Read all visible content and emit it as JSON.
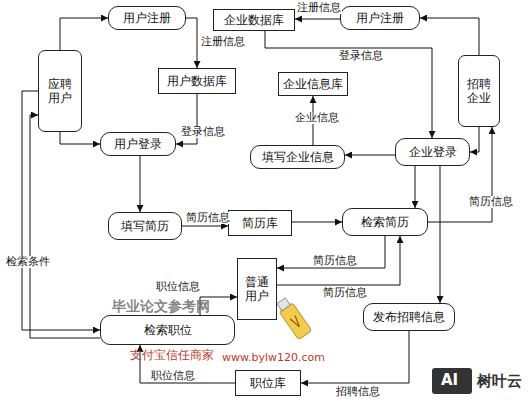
{
  "diagram": {
    "nodes": [
      {
        "text": [
          "用户注册"
        ]
      },
      {
        "text": [
          "企业数据库"
        ]
      },
      {
        "text": [
          "用户注册"
        ]
      },
      {
        "text": [
          "应聘用户"
        ]
      },
      {
        "text": [
          "招聘企业"
        ]
      },
      {
        "text": [
          "用户数据库"
        ]
      },
      {
        "text": [
          "企业信息库"
        ]
      },
      {
        "text": [
          "用户登录"
        ]
      },
      {
        "text": [
          "填写企业信息"
        ]
      },
      {
        "text": [
          "企业登录"
        ]
      },
      {
        "text": [
          "填写简历"
        ]
      },
      {
        "text": [
          "简历库"
        ]
      },
      {
        "text": [
          "检索简历"
        ]
      },
      {
        "text": [
          "普通用户"
        ]
      },
      {
        "text": [
          "检索职位"
        ]
      },
      {
        "text": [
          "发布招聘信息"
        ]
      },
      {
        "text": [
          "职位库"
        ]
      }
    ],
    "edges": [
      {
        "from": 3,
        "to": 0,
        "arrow": "to"
      },
      {
        "from": 0,
        "to": 5,
        "label": "注册信息",
        "arrow": "to"
      },
      {
        "from": 2,
        "to": 1,
        "label": "注册信息",
        "arrow": "to"
      },
      {
        "from": 4,
        "to": 2,
        "arrow": "to"
      },
      {
        "from": 1,
        "to": 9,
        "label": "登录信息",
        "arrow": "to"
      },
      {
        "from": 3,
        "to": 7,
        "arrow": "to"
      },
      {
        "from": 5,
        "to": 7,
        "label": "登录信息",
        "arrow": "to"
      },
      {
        "from": 4,
        "to": 9,
        "arrow": "to"
      },
      {
        "from": 9,
        "to": 8,
        "arrow": "to"
      },
      {
        "from": 8,
        "to": 6,
        "label": "企业信息",
        "arrow": "to"
      },
      {
        "from": 7,
        "to": 10,
        "arrow": "to"
      },
      {
        "from": 10,
        "to": 11,
        "label": "简历信息",
        "arrow": "to"
      },
      {
        "from": 11,
        "to": 12,
        "arrow": "to"
      },
      {
        "from": 9,
        "to": 12,
        "arrow": "to"
      },
      {
        "from": 12,
        "to": 4,
        "label": "简历信息",
        "arrow": "to"
      },
      {
        "from": 12,
        "to": 13,
        "label": "简历信息",
        "arrow": "to"
      },
      {
        "from": 13,
        "to": 12,
        "label": "简历信息",
        "arrow": "to"
      },
      {
        "from": 9,
        "to": 15,
        "arrow": "to"
      },
      {
        "from": 15,
        "to": 16,
        "label": "招聘信息",
        "arrow": "to"
      },
      {
        "from": 16,
        "to": 14,
        "label": "职位信息",
        "arrow": "to"
      },
      {
        "from": 14,
        "to": 13,
        "label": "职位信息",
        "arrow": "to"
      },
      {
        "from": 3,
        "to": 14,
        "label": "检索条件",
        "arrow": "to"
      },
      {
        "from": 14,
        "to": 3,
        "arrow": "to"
      }
    ],
    "labels": [
      "毕业论文参考网",
      "支付宝信任商家",
      "www.bylw120.com",
      "AI",
      "树叶云"
    ]
  }
}
